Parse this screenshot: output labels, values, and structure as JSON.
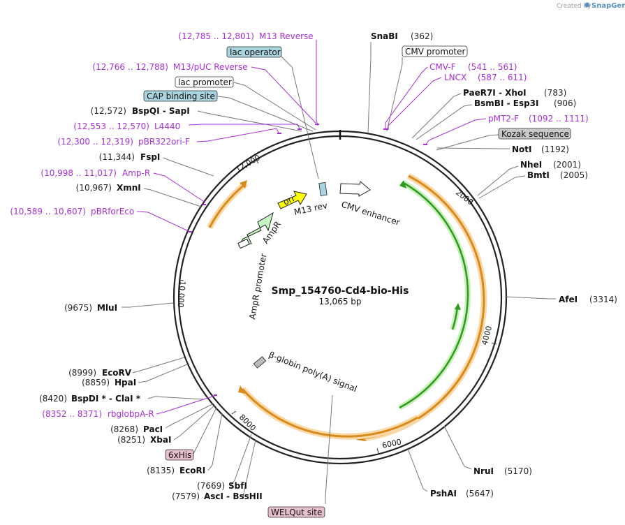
{
  "brand": {
    "created_by": "Created by",
    "name": "SnapGene"
  },
  "plasmid": {
    "name": "Smp_154760-Cd4-bio-His",
    "length_label": "13,065 bp",
    "length": 13065
  },
  "ticks": [
    {
      "value": 2000,
      "label": "2000"
    },
    {
      "value": 4000,
      "label": "4000"
    },
    {
      "value": 6000,
      "label": "6000"
    },
    {
      "value": 8000,
      "label": "8000"
    },
    {
      "value": 10000,
      "label": "10,000"
    },
    {
      "value": 12000,
      "label": "12,000"
    }
  ],
  "colors": {
    "backbone": "#222222",
    "primer": "#a62fd9",
    "orange_feature": "#f0a030",
    "green_feature": "#2e9a1f",
    "ampr": "#c7f7c0",
    "ori": "#ffff00",
    "operator_box": "#a9d3de",
    "kozak_box": "#c8c8c8",
    "his_box": "#e6bfcc"
  },
  "enzymes": [
    {
      "name": "SnaBI",
      "pos": "(362)"
    },
    {
      "name": "PaeR7I - XhoI",
      "pos": "(783)"
    },
    {
      "name": "BsmBI - Esp3I",
      "pos": "(906)"
    },
    {
      "name": "NotI",
      "pos": "(1192)"
    },
    {
      "name": "NheI",
      "pos": "(2001)"
    },
    {
      "name": "BmtI",
      "pos": "(2005)"
    },
    {
      "name": "AfeI",
      "pos": "(3314)"
    },
    {
      "name": "NruI",
      "pos": "(5170)"
    },
    {
      "name": "PshAI",
      "pos": "(5647)"
    },
    {
      "name": "SbfI",
      "pos": "(7669)"
    },
    {
      "name": "AscI - BssHII",
      "pos": "(7579)"
    },
    {
      "name": "EcoRI",
      "pos": "(8135)"
    },
    {
      "name": "XbaI",
      "pos": "(8251)"
    },
    {
      "name": "PacI",
      "pos": "(8268)"
    },
    {
      "name": "BspDI * - ClaI *",
      "pos": "(8420)"
    },
    {
      "name": "HpaI",
      "pos": "(8859)"
    },
    {
      "name": "EcoRV",
      "pos": "(8999)"
    },
    {
      "name": "MluI",
      "pos": "(9675)"
    },
    {
      "name": "XmnI",
      "pos": "(10,967)"
    },
    {
      "name": "FspI",
      "pos": "(11,344)"
    },
    {
      "name": "BspQI - SapI",
      "pos": "(12,572)"
    }
  ],
  "primers": [
    {
      "name": "M13 Reverse",
      "range": "(12,785 .. 12,801)"
    },
    {
      "name": "M13/pUC Reverse",
      "range": "(12,766 .. 12,788)"
    },
    {
      "name": "L4440",
      "range": "(12,553 .. 12,570)"
    },
    {
      "name": "pBR322ori-F",
      "range": "(12,300 .. 12,319)"
    },
    {
      "name": "Amp-R",
      "range": "(10,998 .. 11,017)"
    },
    {
      "name": "pBRforEco",
      "range": "(10,589 .. 10,607)"
    },
    {
      "name": "CMV-F",
      "range": "(541 .. 561)"
    },
    {
      "name": "LNCX",
      "range": "(587 .. 611)"
    },
    {
      "name": "pMT2-F",
      "range": "(1092 .. 1111)"
    },
    {
      "name": "rbglobpA-R",
      "range": "(8352 .. 8371)"
    }
  ],
  "boxed_features": [
    {
      "name": "lac operator"
    },
    {
      "name": "lac promoter"
    },
    {
      "name": "CAP binding site"
    },
    {
      "name": "CMV promoter"
    },
    {
      "name": "Kozak sequence"
    },
    {
      "name": "6xHis"
    },
    {
      "name": "WELQut site"
    }
  ],
  "map_features": {
    "ori": "ori",
    "ampr": "AmpR",
    "ampr_promoter": "AmpR promoter",
    "m13_rev": "M13 rev",
    "cmv_enhancer": "CMV enhancer",
    "beta_globin": "β-globin poly(A) signal"
  }
}
